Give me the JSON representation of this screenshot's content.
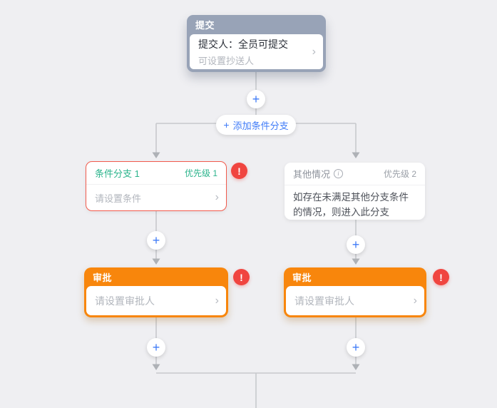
{
  "colors": {
    "canvas_background": "#efeff2",
    "connector_line": "#c7c9cd",
    "connector_arrow": "#aeb1b6",
    "submit_header": "#98a3b7",
    "condition_green": "#2bb48c",
    "error_border_red": "#f25a4c",
    "error_badge_red": "#f04540",
    "approval_orange": "#f8860c",
    "action_blue": "#3f7bf8"
  },
  "flow": {
    "submit_node": {
      "header": "提交",
      "title": "提交人：全员可提交",
      "subtitle": "可设置抄送人"
    },
    "add_branch_button": {
      "label": "添加条件分支"
    },
    "condition_branch_node": {
      "title": "条件分支 1",
      "priority": "优先级 1",
      "placeholder": "请设置条件"
    },
    "other_case_node": {
      "title": "其他情况",
      "priority": "优先级 2",
      "description": "如存在未满足其他分支条件的情况，则进入此分支"
    },
    "approval_left_node": {
      "header": "审批",
      "placeholder": "请设置审批人"
    },
    "approval_right_node": {
      "header": "审批",
      "placeholder": "请设置审批人"
    }
  },
  "icons": {
    "plus": "+",
    "chevron": "›",
    "alert": "!",
    "info": "i"
  }
}
